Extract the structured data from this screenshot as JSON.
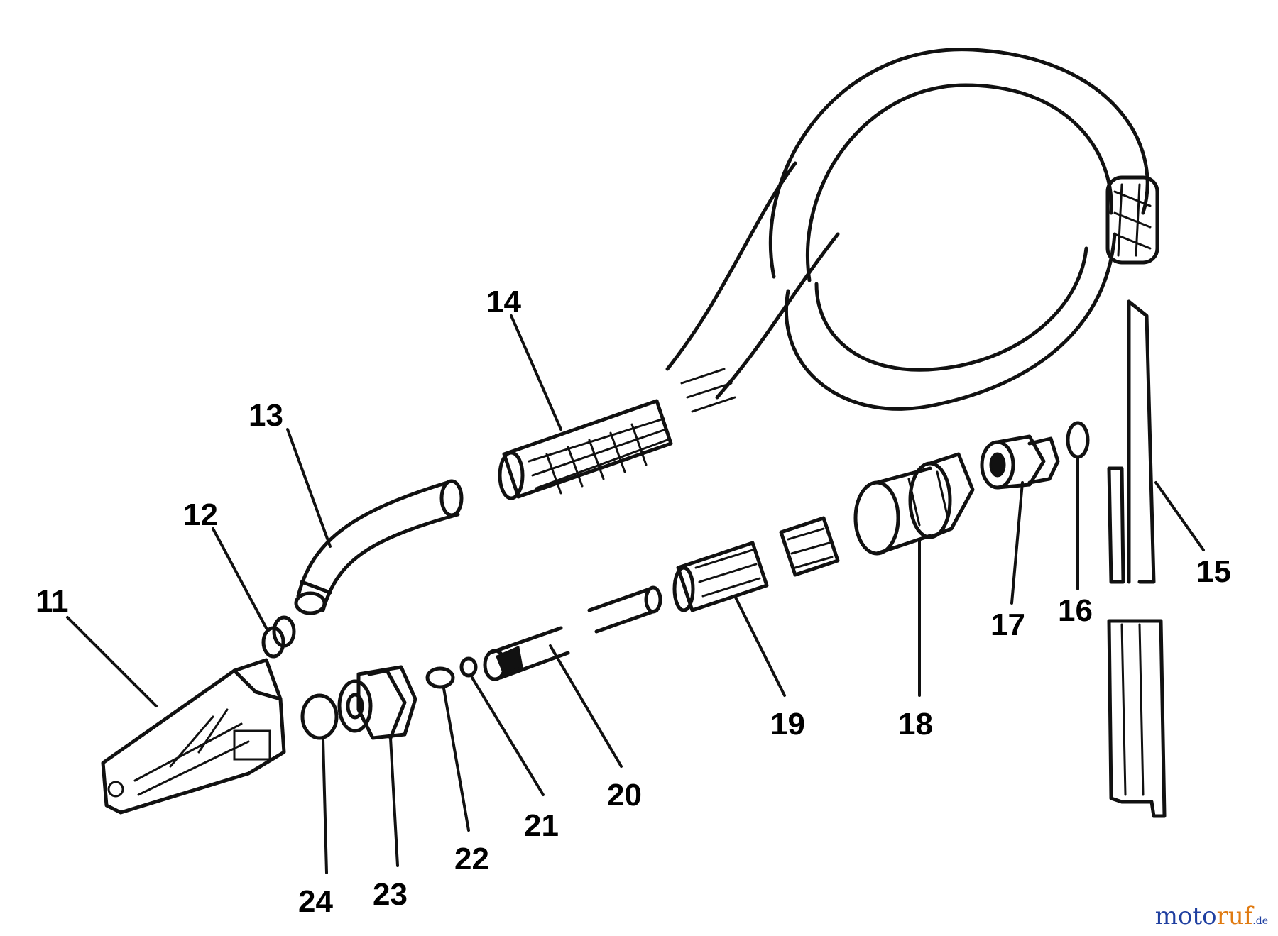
{
  "diagram": {
    "labels": [
      "11",
      "12",
      "13",
      "14",
      "15",
      "16",
      "17",
      "18",
      "19",
      "20",
      "21",
      "22",
      "23",
      "24"
    ]
  },
  "watermark": {
    "text_a": "moto",
    "text_b": "ruf",
    "text_c": ".de",
    "color_a": "#1f3fa0",
    "color_b": "#e07a10"
  }
}
